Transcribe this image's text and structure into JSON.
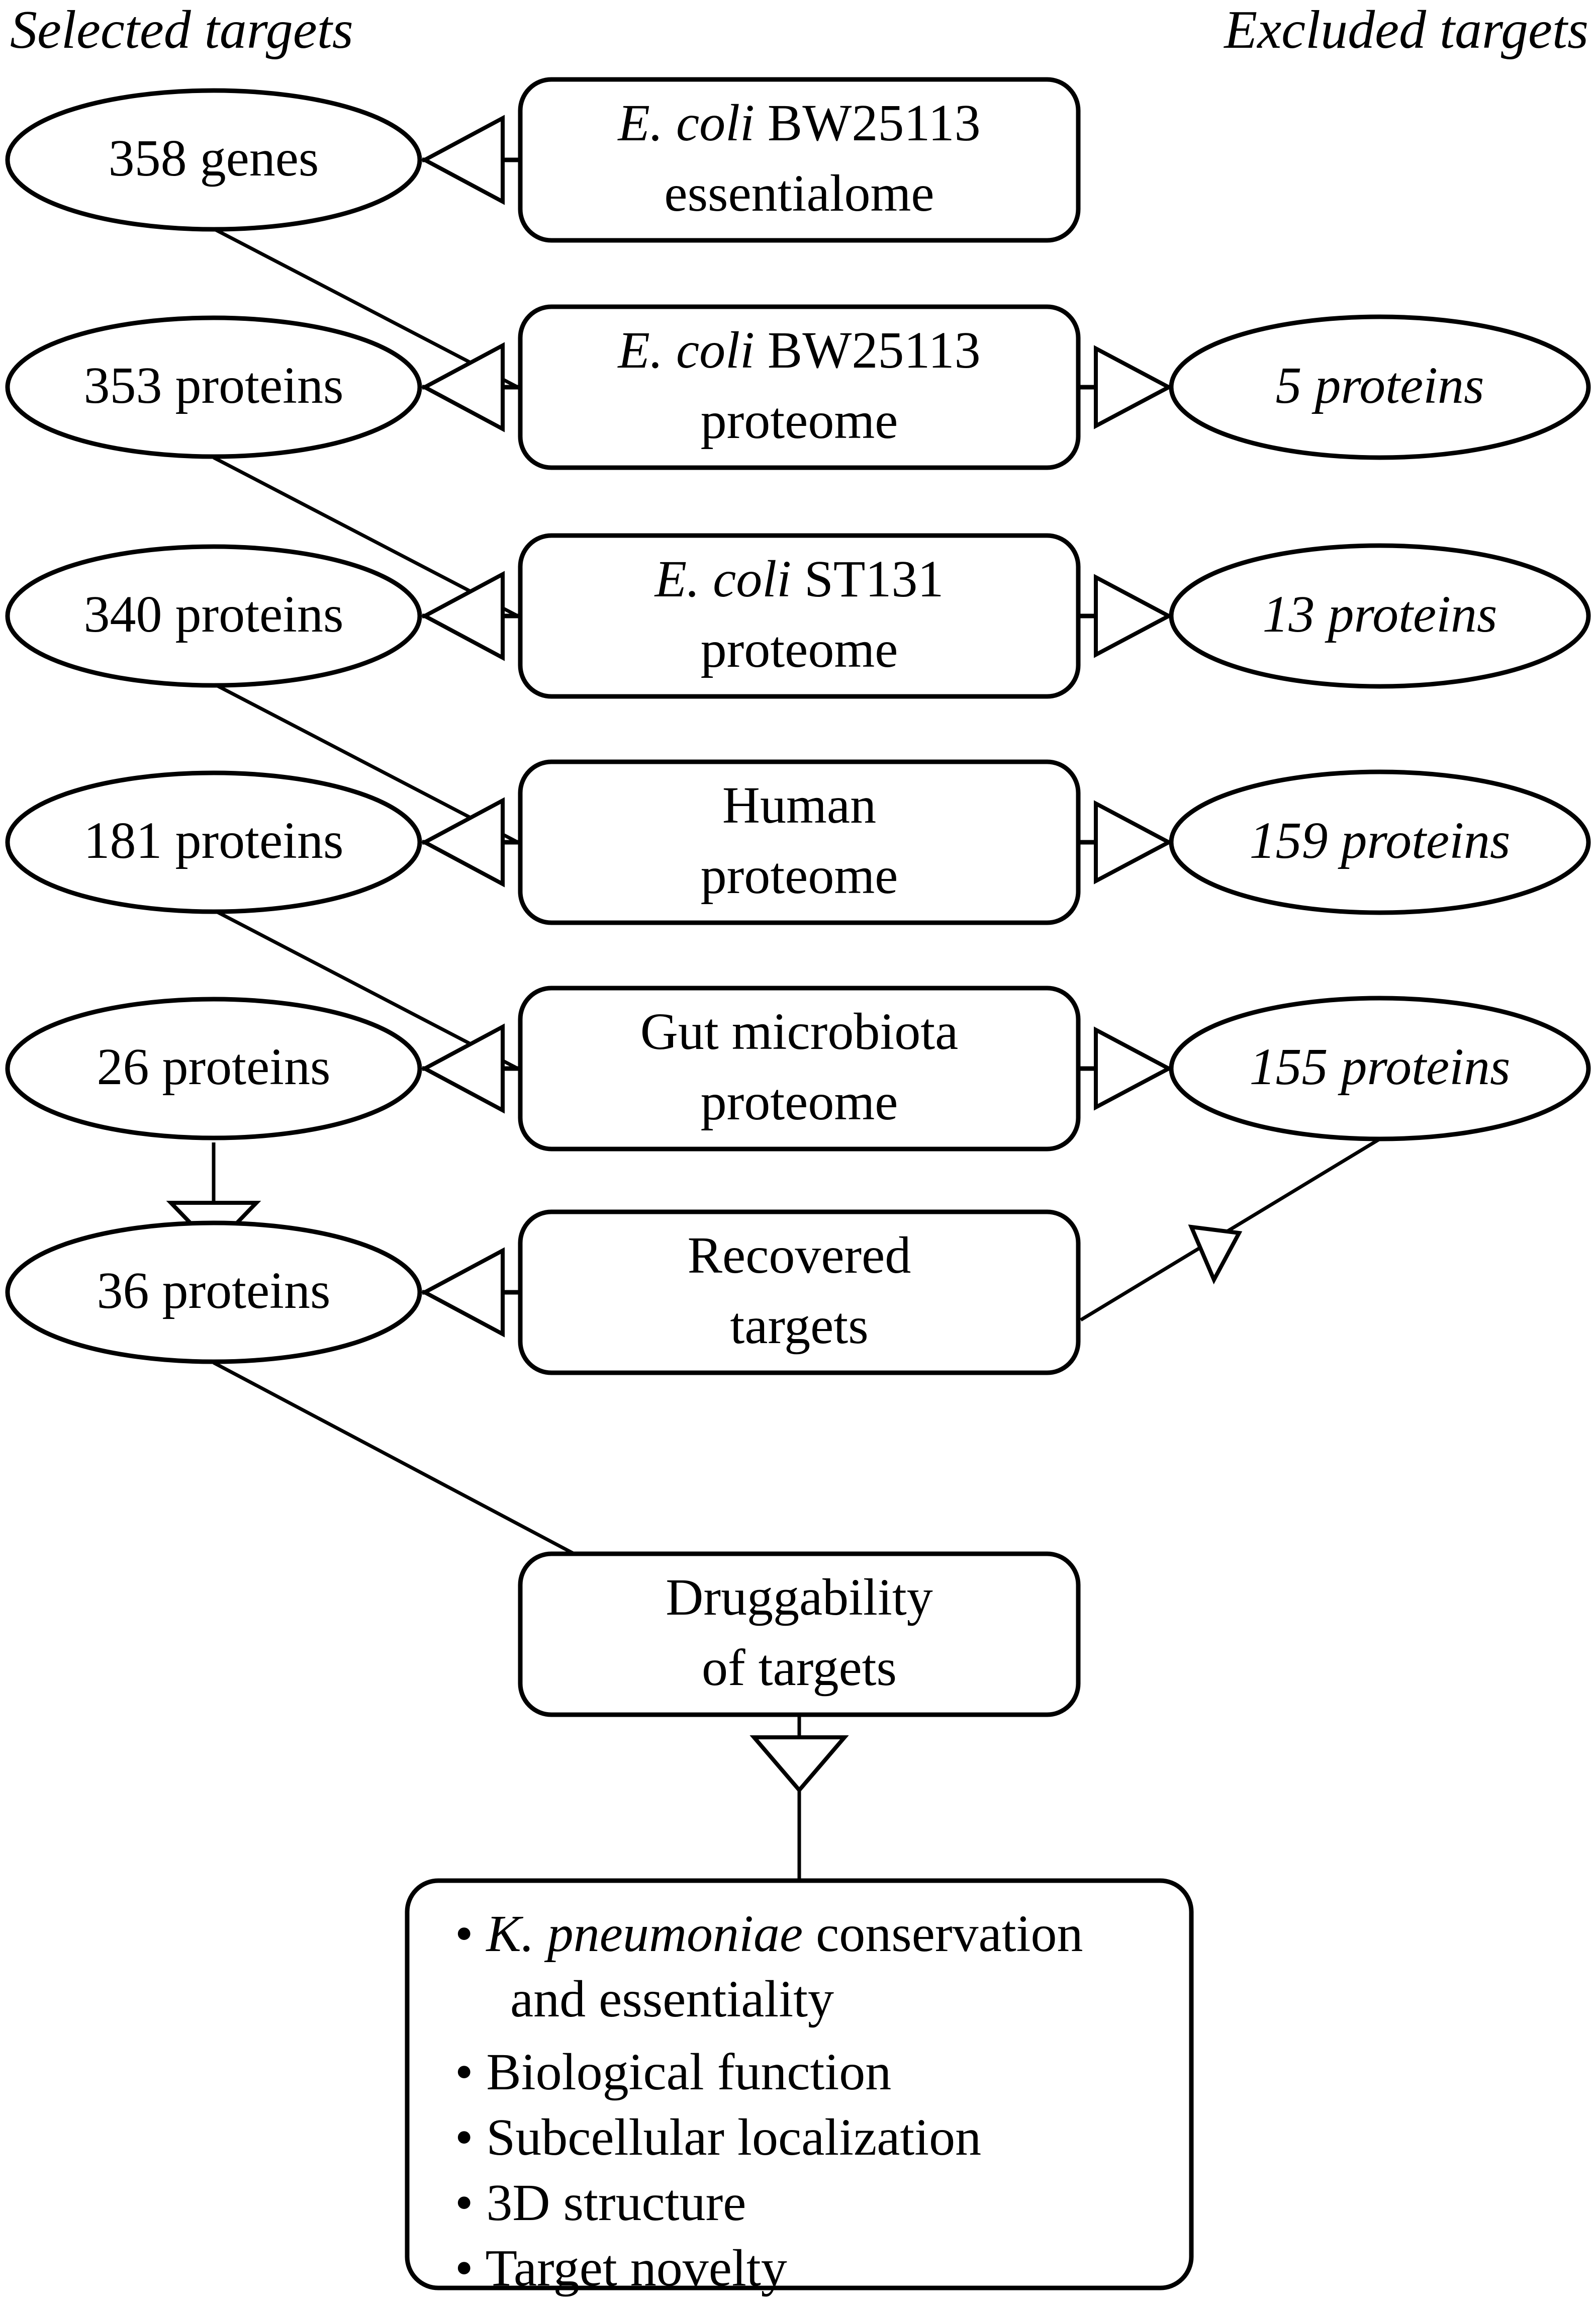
{
  "headers": {
    "left": "Selected targets",
    "right": "Excluded targets"
  },
  "colors": {
    "stroke": "#000000",
    "fill": "#ffffff",
    "background": "#ffffff"
  },
  "selected_targets": [
    {
      "id": "sel-358",
      "value": "358 genes"
    },
    {
      "id": "sel-353",
      "value": "353 proteins"
    },
    {
      "id": "sel-340",
      "value": "340 proteins"
    },
    {
      "id": "sel-181",
      "value": "181 proteins"
    },
    {
      "id": "sel-26",
      "value": "26 proteins"
    },
    {
      "id": "sel-36",
      "value": "36 proteins"
    }
  ],
  "filters": [
    {
      "id": "box-essentialome",
      "line1_italic": "E. coli",
      "line1_roman": " BW25113",
      "line2": "essentialome"
    },
    {
      "id": "box-bw-proteome",
      "line1_italic": "E. coli",
      "line1_roman": " BW25113",
      "line2": "proteome"
    },
    {
      "id": "box-st131",
      "line1_italic": "E. coli",
      "line1_roman": " ST131",
      "line2": "proteome"
    },
    {
      "id": "box-human",
      "line1_italic": "",
      "line1_roman": "Human",
      "line2": "proteome"
    },
    {
      "id": "box-gut",
      "line1_italic": "",
      "line1_roman": "Gut microbiota",
      "line2": "proteome"
    },
    {
      "id": "box-recovered",
      "line1_italic": "",
      "line1_roman": "Recovered",
      "line2": "targets"
    }
  ],
  "excluded_targets": [
    {
      "id": "exc-5",
      "value": "5 proteins"
    },
    {
      "id": "exc-13",
      "value": "13 proteins"
    },
    {
      "id": "exc-159",
      "value": "159 proteins"
    },
    {
      "id": "exc-155",
      "value": "155 proteins"
    }
  ],
  "druggability": {
    "line1": "Druggability",
    "line2": "of targets"
  },
  "criteria": [
    {
      "bullet": "•",
      "italic": "K. pneumoniae",
      "roman": " conservation",
      "cont": "and essentiality"
    },
    {
      "bullet": "•",
      "italic": "",
      "roman": "Biological function",
      "cont": ""
    },
    {
      "bullet": "•",
      "italic": "",
      "roman": "Subcellular localization",
      "cont": ""
    },
    {
      "bullet": "•",
      "italic": "",
      "roman": "3D structure",
      "cont": ""
    },
    {
      "bullet": "•",
      "italic": "",
      "roman": "Target novelty",
      "cont": ""
    }
  ],
  "chart_data": {
    "type": "diagram",
    "title": "Target selection funnel",
    "nodes": [
      {
        "name": "E. coli BW25113 essentialome",
        "selected": "358 genes",
        "excluded": null
      },
      {
        "name": "E. coli BW25113 proteome",
        "selected": "353 proteins",
        "excluded": "5 proteins"
      },
      {
        "name": "E. coli ST131 proteome",
        "selected": "340 proteins",
        "excluded": "13 proteins"
      },
      {
        "name": "Human proteome",
        "selected": "181 proteins",
        "excluded": "159 proteins"
      },
      {
        "name": "Gut microbiota proteome",
        "selected": "26 proteins",
        "excluded": "155 proteins"
      },
      {
        "name": "Recovered targets",
        "selected": "36 proteins",
        "excluded": null
      }
    ]
  }
}
